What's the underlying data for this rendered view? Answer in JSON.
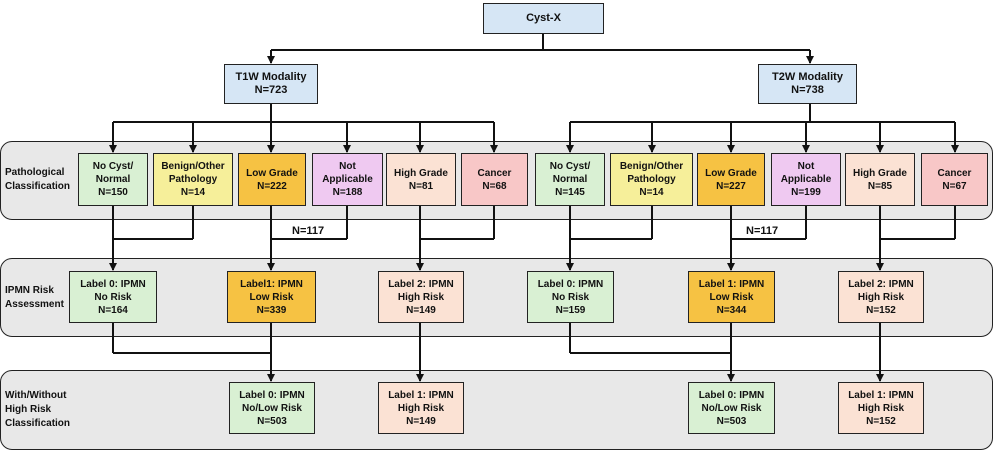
{
  "colors": {
    "root": "#d6e6f5",
    "normal": "#d9f0d3",
    "benign": "#f6ef9a",
    "low_grade": "#f6c243",
    "not_applicable": "#efc9f1",
    "high_grade": "#fbe2d4",
    "cancer": "#f8c7c7",
    "band": "#e8e8e8"
  },
  "root": {
    "label": "Cyst-X"
  },
  "modalities": {
    "t1w": {
      "label": "T1W Modality\nN=723"
    },
    "t2w": {
      "label": "T2W Modality\nN=738"
    }
  },
  "bands": {
    "pathological": "Pathological\nClassification",
    "ipmn_risk": "IPMN Risk\nAssessment",
    "high_risk": "With/Without\nHigh Risk\nClassification"
  },
  "pathology": {
    "t1w": [
      "No Cyst/\nNormal\nN=150",
      "Benign/Other\nPathology\nN=14",
      "Low Grade\nN=222",
      "Not\nApplicable\nN=188",
      "High Grade\nN=81",
      "Cancer\nN=68"
    ],
    "t2w": [
      "No Cyst/\nNormal\nN=145",
      "Benign/Other\nPathology\nN=14",
      "Low Grade\nN=227",
      "Not\nApplicable\nN=199",
      "High Grade\nN=85",
      "Cancer\nN=67"
    ]
  },
  "merge_labels": {
    "t1w": "N=117",
    "t2w": "N=117"
  },
  "risk": {
    "t1w": [
      "Label 0: IPMN\nNo Risk\nN=164",
      "Label1: IPMN\nLow Risk\nN=339",
      "Label 2: IPMN\nHigh Risk\nN=149"
    ],
    "t2w": [
      "Label 0: IPMN\nNo Risk\nN=159",
      "Label 1: IPMN\nLow Risk\nN=344",
      "Label 2: IPMN\nHigh Risk\nN=152"
    ]
  },
  "binary": {
    "t1w": [
      "Label 0: IPMN\nNo/Low Risk\nN=503",
      "Label 1: IPMN\nHigh Risk\nN=149"
    ],
    "t2w": [
      "Label 0: IPMN\nNo/Low Risk\nN=503",
      "Label 1: IPMN\nHigh Risk\nN=152"
    ]
  }
}
